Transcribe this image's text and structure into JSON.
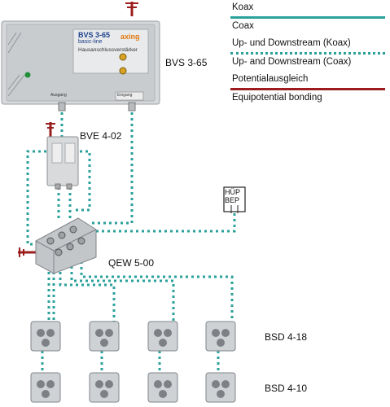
{
  "legend": {
    "coax_de": "Koax",
    "coax_en": "Coax",
    "updown_de": "Up- und Downstream (Koax)",
    "updown_en": "Up- and Downstream (Coax)",
    "pa_de": "Potentialausgleich",
    "pa_en": "Equipotential bonding",
    "colors": {
      "teal": "#2aa19a",
      "red": "#9b1d1d"
    }
  },
  "amplifier": {
    "label": "BVS 3-65",
    "model": "BVS 3-65",
    "line": "basic-line",
    "brand": "axing",
    "desc": "Hausanschlussverstärker",
    "port_out": "Ausgang",
    "port_in": "Eingang"
  },
  "splitter": {
    "label": "BVE 4-02"
  },
  "bonding": {
    "label1": "HÜP",
    "label2": "BEP"
  },
  "multiswitch": {
    "label": "QEW 5-00"
  },
  "sockets": {
    "row1_label": "BSD 4-18",
    "row2_label": "BSD 4-10"
  }
}
